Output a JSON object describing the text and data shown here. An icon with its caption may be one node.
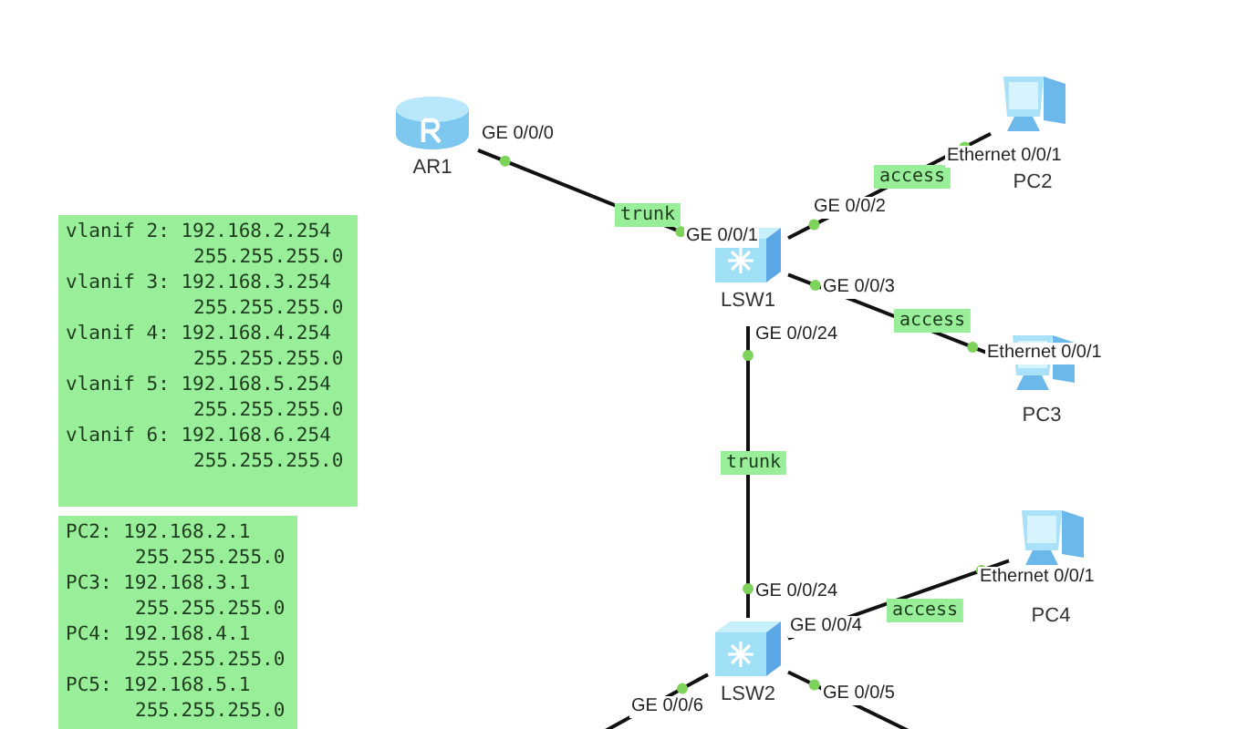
{
  "diagram": {
    "nodes": [
      {
        "text": [
          "AR1"
        ]
      },
      {
        "text": [
          "LSW1"
        ]
      },
      {
        "text": [
          "PC2"
        ]
      },
      {
        "text": [
          "PC3"
        ]
      },
      {
        "text": [
          "LSW2"
        ]
      },
      {
        "text": [
          "PC4"
        ]
      },
      {
        "text": [
          "vlanif 2: 192.168.2.254",
          "255.255.255.0",
          "vlanif 3: 192.168.3.254",
          "255.255.255.0",
          "vlanif 4: 192.168.4.254",
          "255.255.255.0",
          "vlanif 5: 192.168.5.254",
          "255.255.255.0",
          "vlanif 6: 192.168.6.254",
          "255.255.255.0"
        ]
      },
      {
        "text": [
          "PC2: 192.168.2.1",
          "255.255.255.0",
          "PC3: 192.168.3.1",
          "255.255.255.0",
          "PC4: 192.168.4.1",
          "255.255.255.0",
          "PC5: 192.168.5.1",
          "255.255.255.0"
        ]
      }
    ],
    "edges": [
      {
        "from": 0,
        "to": 1,
        "arrow": "none",
        "label": "trunk"
      },
      {
        "from": 1,
        "to": 2,
        "arrow": "none",
        "label": "access"
      },
      {
        "from": 1,
        "to": 3,
        "arrow": "none",
        "label": "access"
      },
      {
        "from": 1,
        "to": 4,
        "arrow": "none",
        "label": "trunk"
      },
      {
        "from": 4,
        "to": 5,
        "arrow": "none",
        "label": "access"
      },
      {
        "from": 4,
        "to": null,
        "arrow": "none"
      },
      {
        "from": 4,
        "to": null,
        "arrow": "none"
      }
    ],
    "labels": [
      "GE 0/0/0",
      "GE 0/0/1",
      "GE 0/0/2",
      "Ethernet 0/0/1",
      "GE 0/0/3",
      "Ethernet 0/0/1",
      "GE 0/0/24",
      "GE 0/0/24",
      "GE 0/0/4",
      "Ethernet 0/0/1",
      "GE 0/0/6",
      "GE 0/0/5"
    ]
  }
}
